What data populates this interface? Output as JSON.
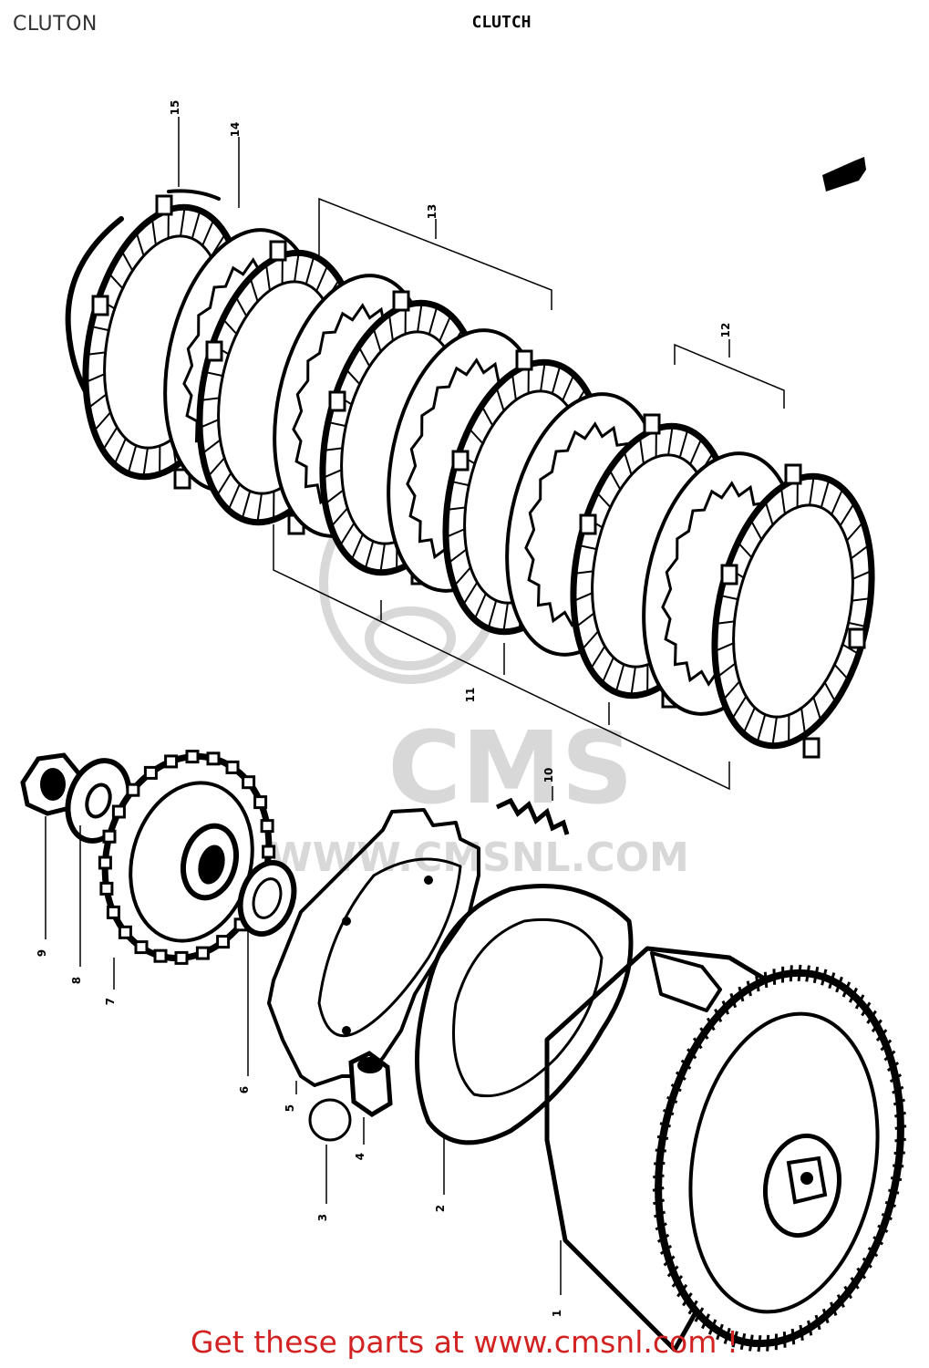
{
  "header": {
    "page_label": "CLUTON"
  },
  "diagram": {
    "title": "CLUTCH",
    "watermark": {
      "text": "CMS",
      "url_text": "WWW.CMSNL.COM",
      "color": "#d8d8d8"
    },
    "callouts": [
      {
        "id": "1",
        "text": "1"
      },
      {
        "id": "2",
        "text": "2"
      },
      {
        "id": "3",
        "text": "3"
      },
      {
        "id": "4",
        "text": "4"
      },
      {
        "id": "5",
        "text": "5"
      },
      {
        "id": "6",
        "text": "6"
      },
      {
        "id": "7",
        "text": "7"
      },
      {
        "id": "8",
        "text": "8"
      },
      {
        "id": "9",
        "text": "9"
      },
      {
        "id": "10",
        "text": "10"
      },
      {
        "id": "11",
        "text": "11"
      },
      {
        "id": "12",
        "text": "12"
      },
      {
        "id": "13",
        "text": "13"
      },
      {
        "id": "14",
        "text": "14"
      },
      {
        "id": "15",
        "text": "15"
      }
    ]
  },
  "footer": {
    "link_text": "Get these parts at www.cmsnl.com !",
    "color": "#d22222"
  }
}
